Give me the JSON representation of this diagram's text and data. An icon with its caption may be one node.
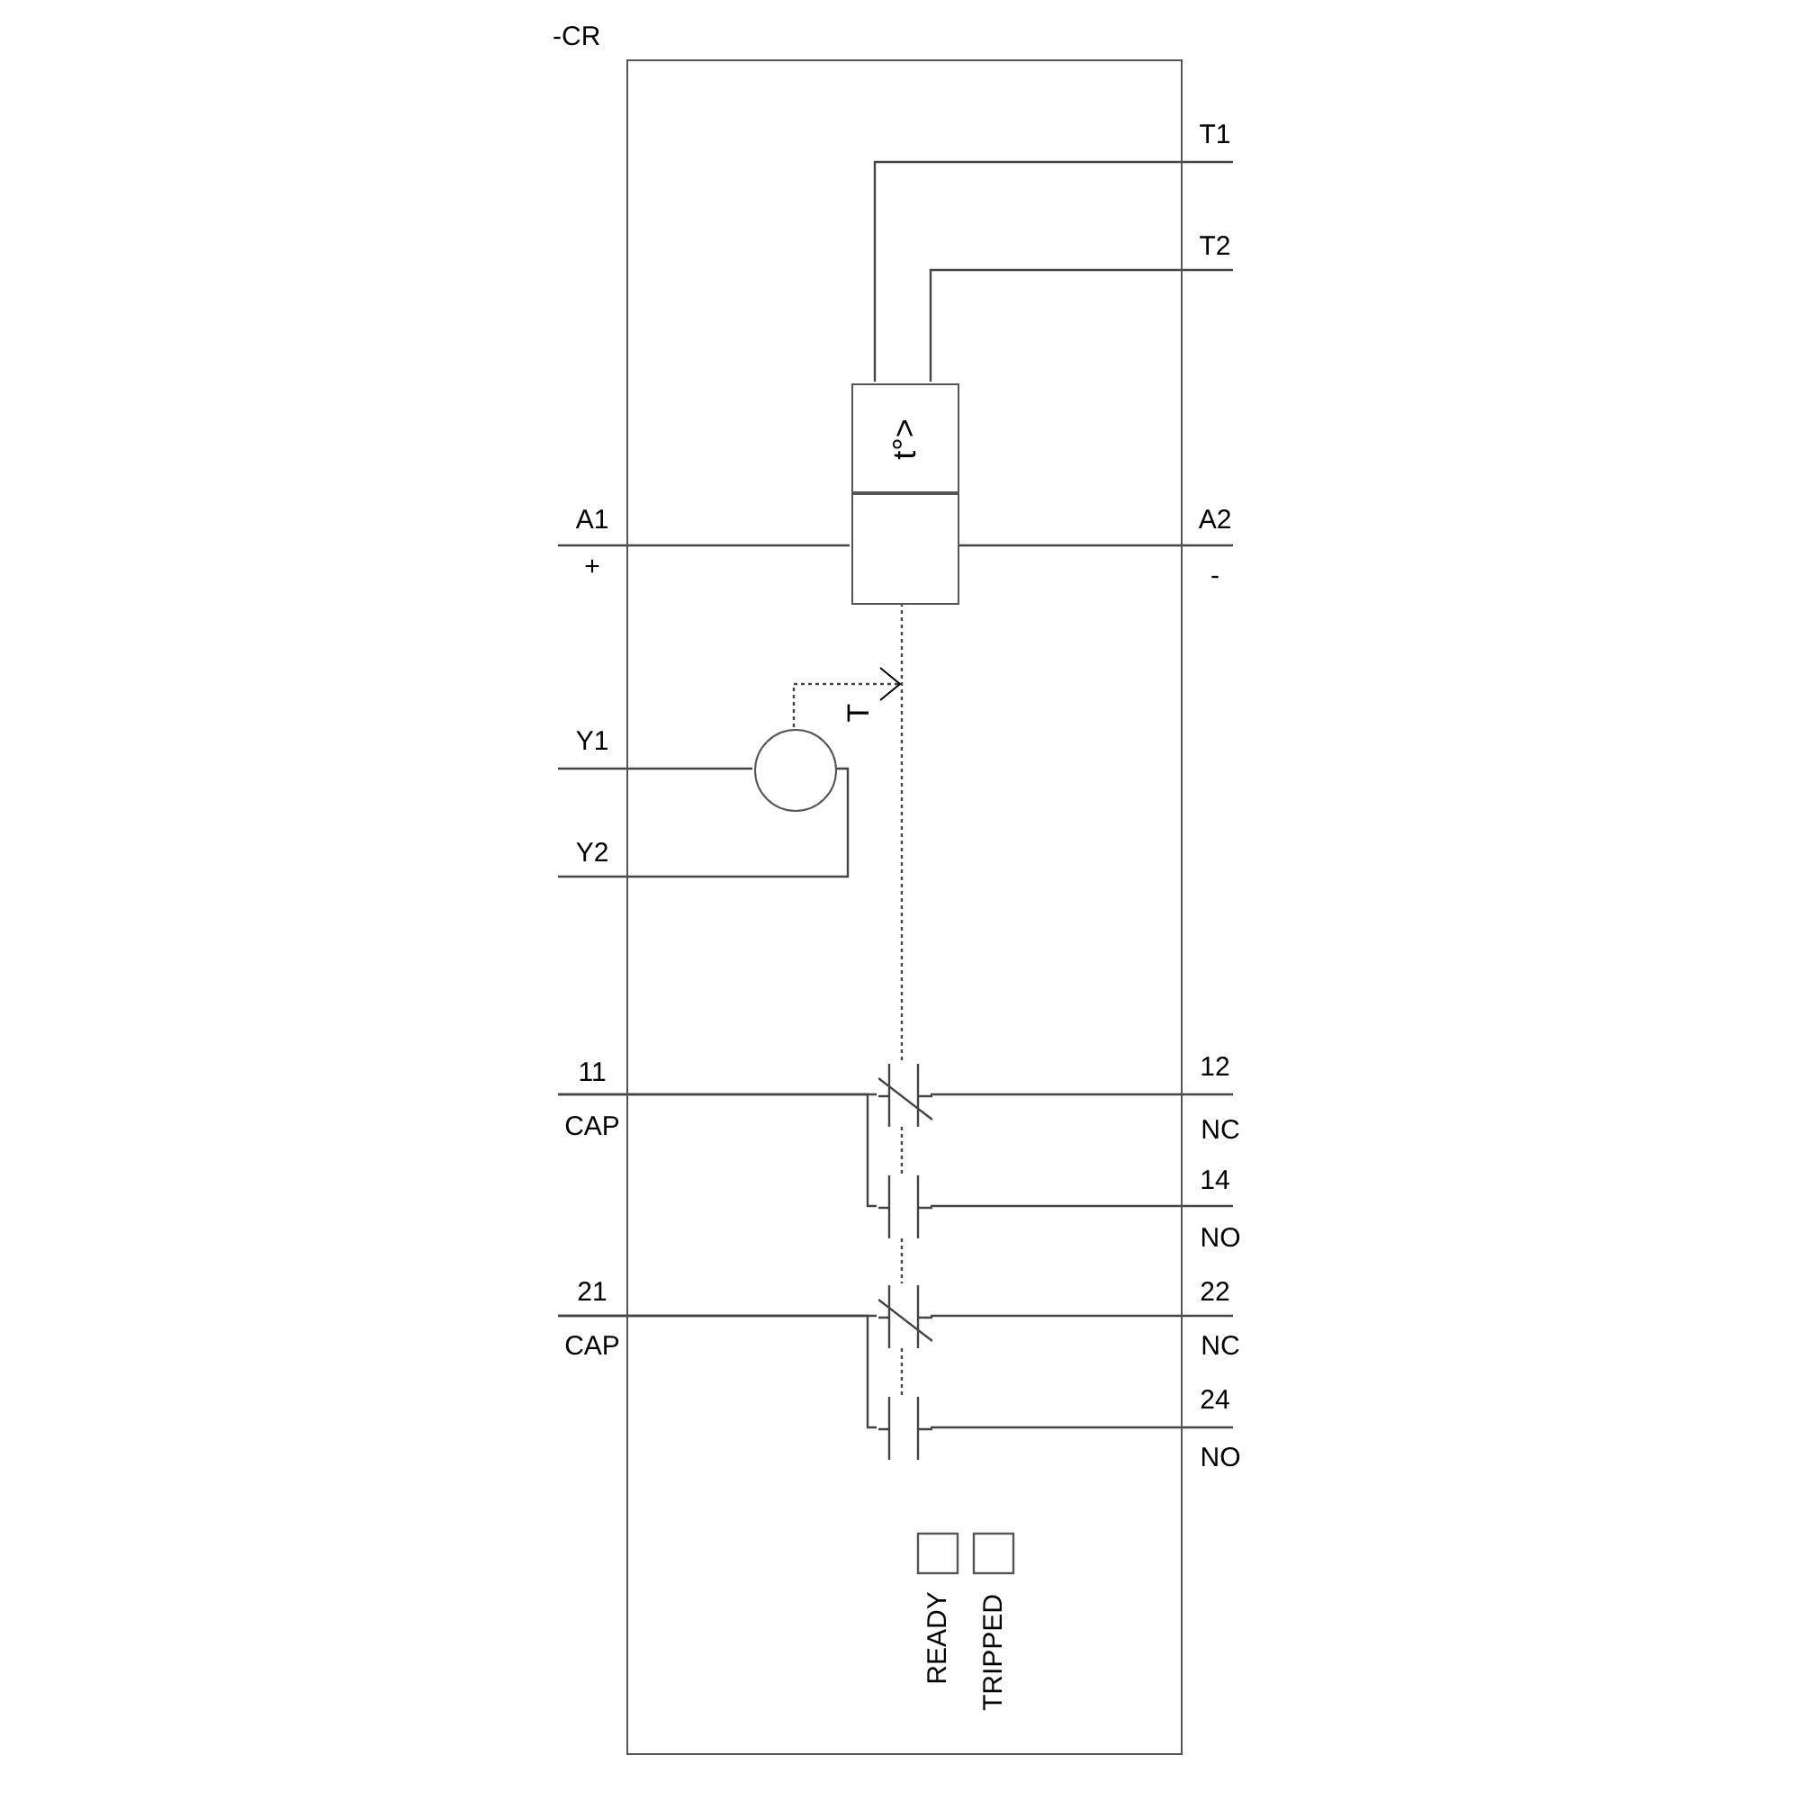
{
  "diagram": {
    "nodes": [
      {
        "text": [
          "-CR"
        ]
      },
      {
        "text": [
          "t°>"
        ],
        "in": 0
      },
      {
        "text": [],
        "shape": "box",
        "in": 0
      },
      {
        "text": [],
        "shape": "circle",
        "in": 0
      },
      {
        "text": [],
        "shape": "contact",
        "in": 0
      },
      {
        "text": [],
        "shape": "contact",
        "in": 0
      },
      {
        "text": [],
        "shape": "contact",
        "in": 0
      },
      {
        "text": [],
        "shape": "contact",
        "in": 0
      }
    ],
    "edges": [
      {
        "from": null,
        "to": 1,
        "arrow": "none"
      },
      {
        "from": null,
        "to": 1,
        "arrow": "none"
      },
      {
        "from": null,
        "to": 2,
        "arrow": "none"
      },
      {
        "from": 2,
        "to": null,
        "arrow": "none"
      },
      {
        "from": null,
        "to": 3,
        "arrow": "none"
      },
      {
        "from": 3,
        "to": null,
        "arrow": "none"
      },
      {
        "from": 3,
        "to": null,
        "arrow": "to",
        "style": "dashed"
      },
      {
        "from": 2,
        "to": 4,
        "arrow": "none",
        "style": "dashed"
      },
      {
        "from": null,
        "to": 4,
        "arrow": "none"
      },
      {
        "from": null,
        "to": 5,
        "arrow": "none"
      },
      {
        "from": 4,
        "to": null,
        "arrow": "none"
      },
      {
        "from": 5,
        "to": null,
        "arrow": "none"
      },
      {
        "from": null,
        "to": 6,
        "arrow": "none"
      },
      {
        "from": null,
        "to": 7,
        "arrow": "none"
      },
      {
        "from": 6,
        "to": null,
        "arrow": "none"
      },
      {
        "from": 7,
        "to": null,
        "arrow": "none"
      },
      {
        "from": 4,
        "to": 5,
        "arrow": "none",
        "style": "dashed"
      },
      {
        "from": 5,
        "to": 6,
        "arrow": "none",
        "style": "dashed"
      },
      {
        "from": 6,
        "to": 7,
        "arrow": "none",
        "style": "dashed"
      }
    ],
    "labels": [
      "T1",
      "T2",
      "A1",
      "A2",
      "+",
      "-",
      "T",
      "Y1",
      "Y2",
      "11",
      "12",
      "CAP",
      "NC",
      "14",
      "NO",
      "21",
      "22",
      "CAP",
      "NC",
      "24",
      "NO",
      "READY",
      "TRIPPED"
    ]
  }
}
